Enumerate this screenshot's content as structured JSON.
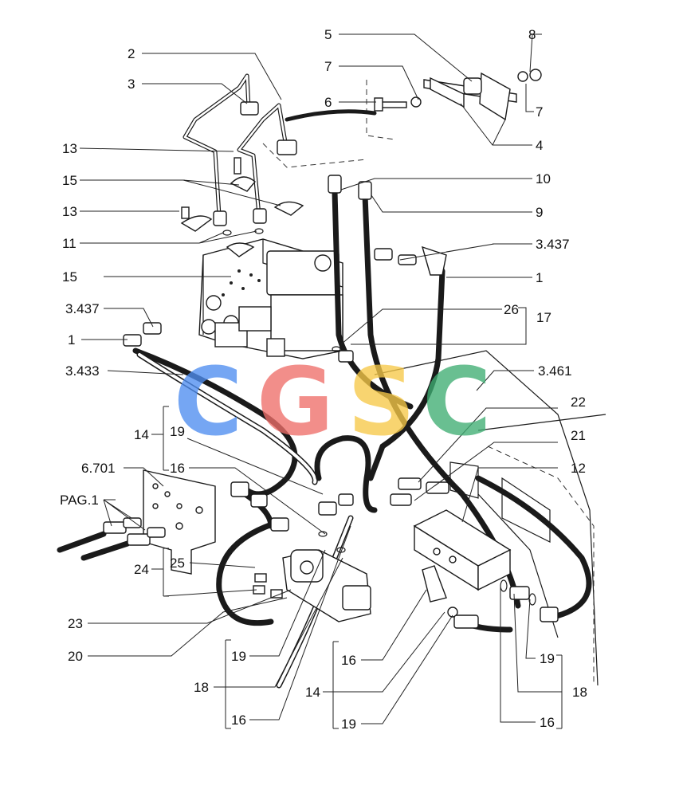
{
  "diagram": {
    "callouts": [
      {
        "id": "c-2",
        "text": "2"
      },
      {
        "id": "c-3a",
        "text": "3"
      },
      {
        "id": "c-13a",
        "text": "13"
      },
      {
        "id": "c-15a",
        "text": "15"
      },
      {
        "id": "c-13b",
        "text": "13"
      },
      {
        "id": "c-11",
        "text": "11"
      },
      {
        "id": "c-15b",
        "text": "15"
      },
      {
        "id": "c-3437a",
        "text": "3.437"
      },
      {
        "id": "c-1a",
        "text": "1"
      },
      {
        "id": "c-3433",
        "text": "3.433"
      },
      {
        "id": "c-14a",
        "text": "14"
      },
      {
        "id": "c-19a",
        "text": "19"
      },
      {
        "id": "c-16a",
        "text": "16"
      },
      {
        "id": "c-6701",
        "text": "6.701"
      },
      {
        "id": "c-pag1",
        "text": "PAG.1"
      },
      {
        "id": "c-24",
        "text": "24"
      },
      {
        "id": "c-25",
        "text": "25"
      },
      {
        "id": "c-23",
        "text": "23"
      },
      {
        "id": "c-20",
        "text": "20"
      },
      {
        "id": "c-19b",
        "text": "19"
      },
      {
        "id": "c-18a",
        "text": "18"
      },
      {
        "id": "c-16b",
        "text": "16"
      },
      {
        "id": "c-5",
        "text": "5"
      },
      {
        "id": "c-8",
        "text": "8"
      },
      {
        "id": "c-7a",
        "text": "7"
      },
      {
        "id": "c-6",
        "text": "6"
      },
      {
        "id": "c-7b",
        "text": "7"
      },
      {
        "id": "c-4",
        "text": "4"
      },
      {
        "id": "c-10",
        "text": "10"
      },
      {
        "id": "c-9",
        "text": "9"
      },
      {
        "id": "c-3437b",
        "text": "3.437"
      },
      {
        "id": "c-1b",
        "text": "1"
      },
      {
        "id": "c-26",
        "text": "26"
      },
      {
        "id": "c-17",
        "text": "17"
      },
      {
        "id": "c-3461",
        "text": "3.461"
      },
      {
        "id": "c-22",
        "text": "22"
      },
      {
        "id": "c-21",
        "text": "21"
      },
      {
        "id": "c-12",
        "text": "12"
      },
      {
        "id": "c-16c",
        "text": "16"
      },
      {
        "id": "c-14b",
        "text": "14"
      },
      {
        "id": "c-19c",
        "text": "19"
      },
      {
        "id": "c-19d",
        "text": "19"
      },
      {
        "id": "c-18b",
        "text": "18"
      },
      {
        "id": "c-16d",
        "text": "16"
      }
    ]
  },
  "watermark": {
    "letters": [
      {
        "text": "C",
        "color": "#4f8ef0"
      },
      {
        "text": "G",
        "color": "#ef6f6a"
      },
      {
        "text": "S",
        "color": "#f7c948"
      },
      {
        "text": "C",
        "color": "#3fae73"
      }
    ]
  }
}
